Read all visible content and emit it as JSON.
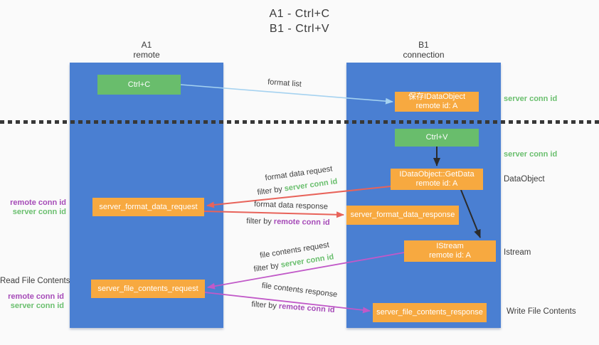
{
  "title": {
    "line1": "A1 - Ctrl+C",
    "line2": "B1 - Ctrl+V"
  },
  "lanes": {
    "left": {
      "name": "A1",
      "subtitle": "remote"
    },
    "right": {
      "name": "B1",
      "subtitle": "connection"
    }
  },
  "boxes": {
    "ctrl_c": "Ctrl+C",
    "ctrl_v": "Ctrl+V",
    "save_dataobject": {
      "line1": "保存IDataObject",
      "line2": "remote id: A"
    },
    "getdata": {
      "line1": "IDataObject::GetData",
      "line2": "remote id: A"
    },
    "format_request": "server_format_data_request",
    "format_response": "server_format_data_response",
    "istream": {
      "line1": "IStream",
      "line2": "remote id: A"
    },
    "file_request": "server_file_contents_request",
    "file_response": "server_file_contents_response"
  },
  "arrow_labels": {
    "format_list": "format list",
    "format_data_request": "format data request",
    "format_data_response": "format data response",
    "file_contents_request": "file contents request",
    "file_contents_response": "file contents response",
    "filter_by": "filter by ",
    "server_conn_id": "server conn id",
    "remote_conn_id": "remote conn id"
  },
  "side_labels": {
    "right_server_conn_id_top": "server conn id",
    "right_server_conn_id_mid": "server conn id",
    "dataobject": "DataObject",
    "istream": "Istream",
    "write_file_contents": "Write File Contents",
    "read_file_contents": "Read File Contents",
    "left_remote_conn_id_1": "remote conn id",
    "left_server_conn_id_1": "server conn id",
    "left_remote_conn_id_2": "remote conn id",
    "left_server_conn_id_2": "server conn id"
  },
  "colors": {
    "lane_blue": "#4a7fd2",
    "box_green": "#69bd6c",
    "box_orange": "#f7a940",
    "arrow_light_blue": "#a5d2f0",
    "arrow_black": "#2b2b2b",
    "arrow_red": "#e8635a",
    "arrow_magenta": "#c159c8",
    "text_green": "#6abf6e",
    "text_purple": "#a64bb8",
    "text_dark": "#3c3c3c",
    "background": "#fafafa"
  }
}
